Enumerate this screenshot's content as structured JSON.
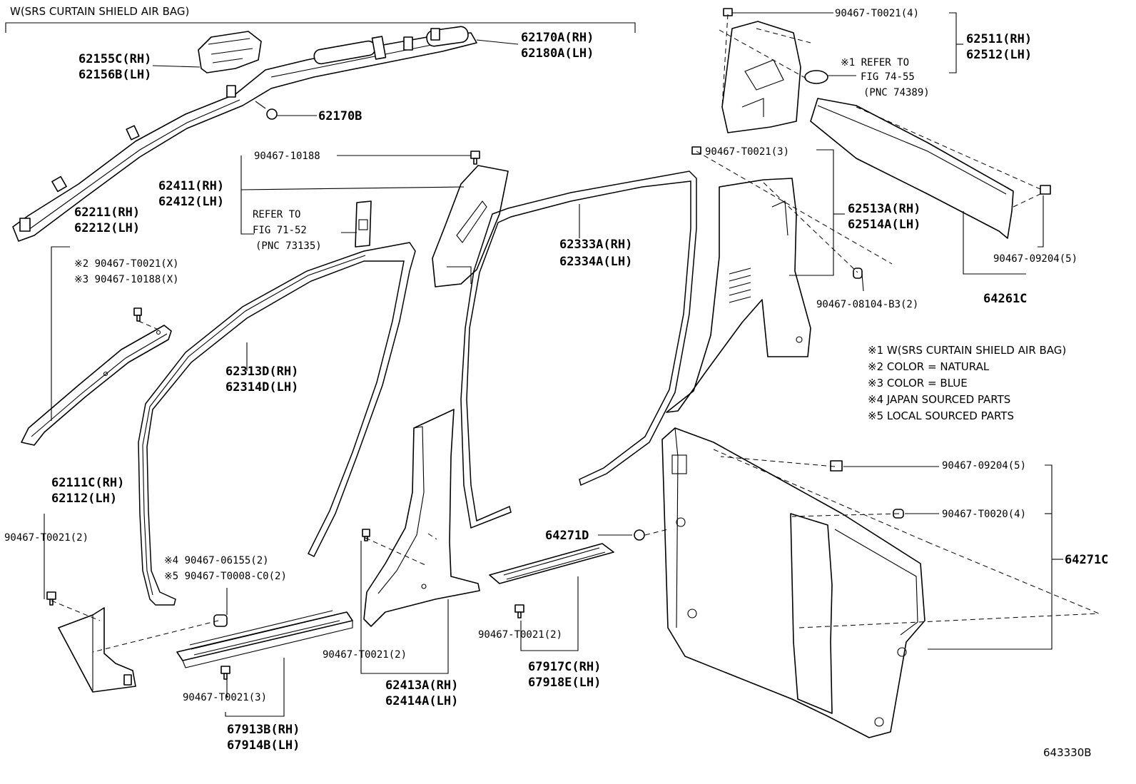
{
  "header": {
    "airbag_group": "W(SRS CURTAIN SHIELD AIR BAG)"
  },
  "labels": {
    "l_62155c": "62155C(RH)",
    "l_62156b": "62156B(LH)",
    "l_62170a": "62170A(RH)",
    "l_62180a": "62180A(LH)",
    "l_62170b": "62170B",
    "l_62211": "62211(RH)",
    "l_62212": "62212(LH)",
    "l_c2": "※2 90467-T0021(X)",
    "l_c3": "※3 90467-10188(X)",
    "l_9046710188": "90467-10188",
    "l_62411": "62411(RH)",
    "l_62412": "62412(LH)",
    "l_ref7152_1": "REFER TO",
    "l_ref7152_2": "FIG 71-52",
    "l_ref7152_3": "(PNC 73135)",
    "l_62313d": "62313D(RH)",
    "l_62314d": "62314D(LH)",
    "l_62333a": "62333A(RH)",
    "l_62334a": "62334A(LH)",
    "l_t0021_4": "90467-T0021(4)",
    "l_62511": "62511(RH)",
    "l_62512": "62512(LH)",
    "l_ref7455_1": "※1 REFER TO",
    "l_ref7455_2": "FIG 74-55",
    "l_ref7455_3": "(PNC 74389)",
    "l_t0021_3a": "90467-T0021(3)",
    "l_62513a": "62513A(RH)",
    "l_62514a": "62514A(LH)",
    "l_08104": "90467-08104-B3(2)",
    "l_09204a": "90467-09204(5)",
    "l_64261c": "64261C",
    "l_62111c": "62111C(RH)",
    "l_62112": "62112(LH)",
    "l_t0021_2a": "90467-T0021(2)",
    "l_c4": "※4 90467-06155(2)",
    "l_c5": "※5 90467-T0008-C0(2)",
    "l_t0021_3b": "90467-T0021(3)",
    "l_67913b": "67913B(RH)",
    "l_67914b": "67914B(LH)",
    "l_t0021_2b": "90467-T0021(2)",
    "l_62413a": "62413A(RH)",
    "l_62414a": "62414A(LH)",
    "l_64271d": "64271D",
    "l_t0021_2c": "90467-T0021(2)",
    "l_67917c": "67917C(RH)",
    "l_67918e": "67918E(LH)",
    "l_09204b": "90467-09204(5)",
    "l_t0020": "90467-T0020(4)",
    "l_64271c": "64271C"
  },
  "notes": [
    "※1 W(SRS CURTAIN SHIELD AIR BAG)",
    "※2 COLOR = NATURAL",
    "※3 COLOR = BLUE",
    "※4 JAPAN SOURCED PARTS",
    "※5 LOCAL SOURCED PARTS"
  ],
  "footer": {
    "illustration_id": "643330B"
  }
}
